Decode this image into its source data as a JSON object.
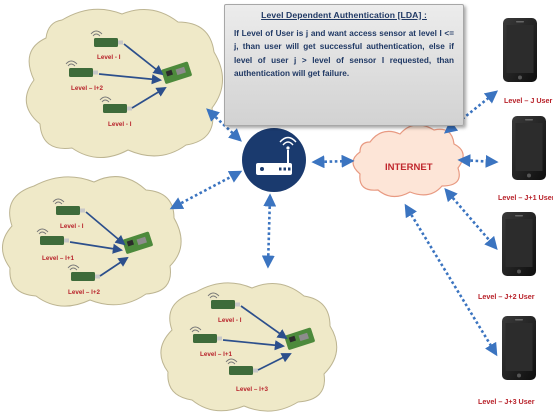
{
  "info_box": {
    "title": "Level Dependent Authentication [LDA] :",
    "body": "If Level of User is j and want access sensor at level I <= j, than user will get successful authentication, else if level of user j > level of sensor I requested, than authentication will get failure."
  },
  "internet": {
    "label": "INTERNET"
  },
  "clusters": [
    {
      "sensors": [
        "Level - I",
        "Level – I+2",
        "Level - I"
      ]
    },
    {
      "sensors": [
        "Level - I",
        "Level – I+1",
        "Level – I+2"
      ]
    },
    {
      "sensors": [
        "Level - I",
        "Level – I+1",
        "Level – I+3"
      ]
    }
  ],
  "users": [
    {
      "label": "Level – J User"
    },
    {
      "label": "Level – J+1 User"
    },
    {
      "label": "Level – J+2 User"
    },
    {
      "label": "Level – J+3 User"
    }
  ],
  "colors": {
    "cloud_fill": "#efe9c8",
    "cloud_stroke": "#bdb592",
    "router_fill": "#1a3a6e",
    "arrow": "#3b74c0",
    "label_red": "#b8222a",
    "internet_fill": "#fde5d7",
    "internet_stroke": "#e89a82"
  },
  "icons": [
    "wireless-sensor-icon",
    "gateway-board-icon",
    "wifi-router-icon",
    "smartphone-icon",
    "internet-cloud-icon"
  ]
}
